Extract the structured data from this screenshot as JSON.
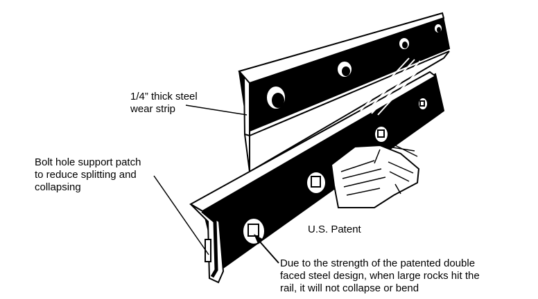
{
  "labels": {
    "wear_strip": "1/4” thick steel\nwear strip",
    "bolt_hole": "Bolt hole support patch\nto reduce splitting and\ncollapsing",
    "patent": "U.S. Patent",
    "strength": "Due to the strength of the patented double\nfaced steel design, when large rocks hit the\nrail, it will not collapse or bend"
  },
  "colors": {
    "ink": "#000000",
    "paper": "#ffffff"
  }
}
